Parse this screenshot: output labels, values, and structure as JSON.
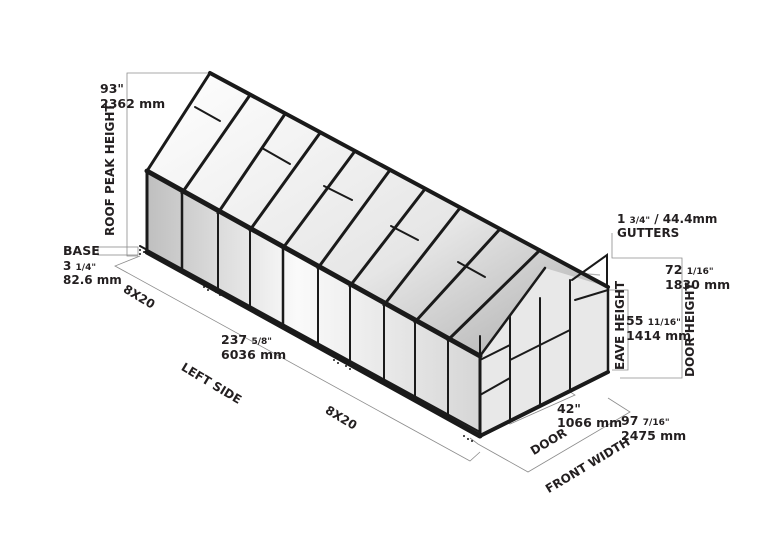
{
  "diagram": {
    "subject": "8X20 greenhouse isometric dimension drawing",
    "colors": {
      "frame": "#1a1a1a",
      "glass_light": "#f4f4f4",
      "glass_dark": "#bdbdbd",
      "dimension_line": "#8c8c8c",
      "text": "#231f20"
    },
    "labels": {
      "roof_peak_height": {
        "title": "ROOF PEAK HEIGHT",
        "imperial_whole": "93\"",
        "metric": "2362 mm"
      },
      "base": {
        "title": "BASE",
        "imperial_whole": "3",
        "imperial_frac": "1/4\"",
        "metric": "82.6 mm"
      },
      "model_left": "8X20",
      "length": {
        "imperial_whole": "237",
        "imperial_frac": "5/8\"",
        "metric": "6036 mm"
      },
      "left_side": "LEFT SIDE",
      "model_front": "8X20",
      "gutters": {
        "imperial_whole": "1",
        "imperial_frac": "3/4\"",
        "metric": "/ 44.4mm",
        "title": "GUTTERS"
      },
      "door_height": {
        "title": "DOOR HEIGHT",
        "imperial_whole": "72",
        "imperial_frac": "1/16\"",
        "metric": "1830 mm"
      },
      "eave_height": {
        "title": "EAVE HEIGHT",
        "imperial_whole": "55",
        "imperial_frac": "11/16\"",
        "metric": "1414 mm"
      },
      "door": {
        "title": "DOOR",
        "imperial_whole": "42\"",
        "metric": "1066 mm"
      },
      "front_width": {
        "title": "FRONT WIDTH",
        "imperial_whole": "97",
        "imperial_frac": "7/16\"",
        "metric": "2475 mm"
      }
    }
  }
}
